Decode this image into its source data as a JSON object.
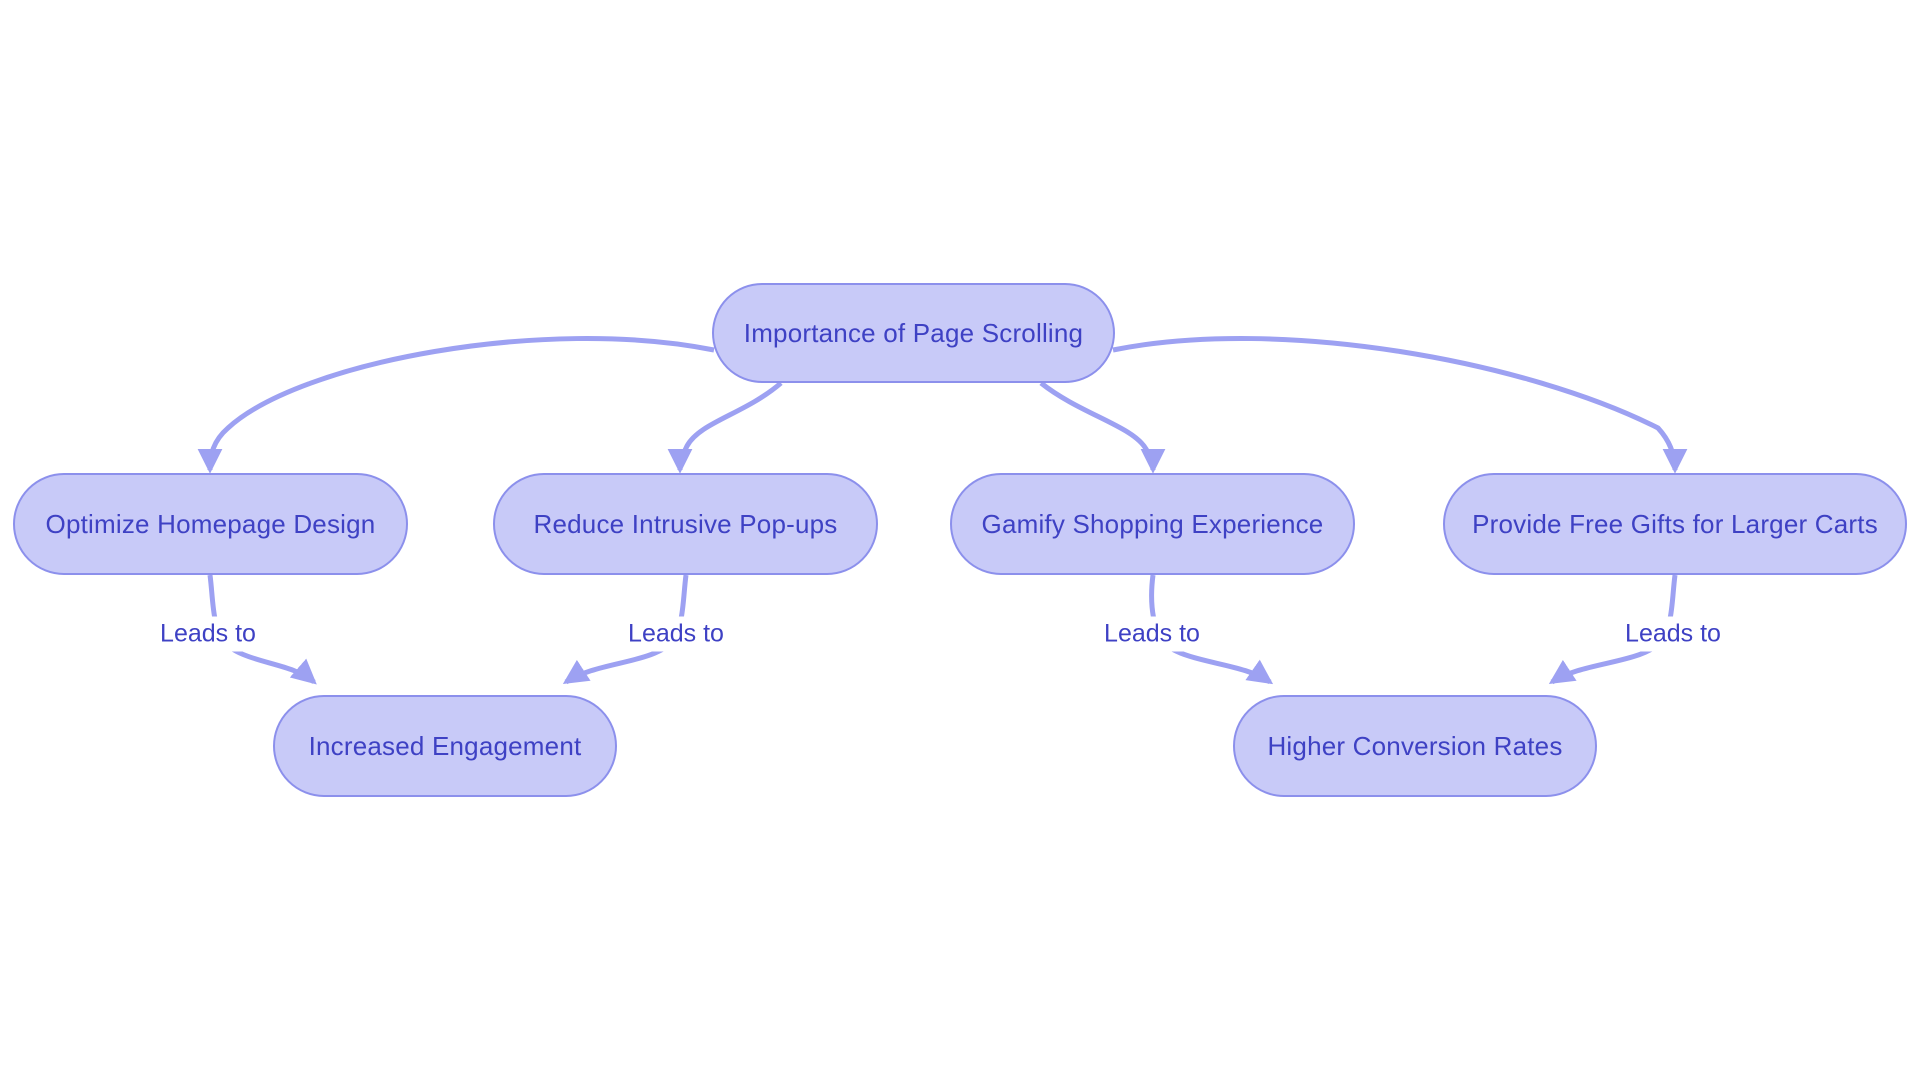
{
  "diagram": {
    "type": "flowchart",
    "direction": "top-down",
    "colors": {
      "background": "#ffffff",
      "node_fill": "#c8caf8",
      "node_border": "#8c90ec",
      "edge_line": "#9da1f2",
      "text": "#3e41c4"
    },
    "nodes": [
      {
        "id": "root",
        "label": "Importance of Page Scrolling"
      },
      {
        "id": "optimize",
        "label": "Optimize Homepage Design"
      },
      {
        "id": "popups",
        "label": "Reduce Intrusive Pop-ups"
      },
      {
        "id": "gamify",
        "label": "Gamify Shopping Experience"
      },
      {
        "id": "gifts",
        "label": "Provide Free Gifts for Larger Carts"
      },
      {
        "id": "engagement",
        "label": "Increased Engagement"
      },
      {
        "id": "conversion",
        "label": "Higher Conversion Rates"
      }
    ],
    "edges": [
      {
        "from": "root",
        "to": "optimize",
        "label": ""
      },
      {
        "from": "root",
        "to": "popups",
        "label": ""
      },
      {
        "from": "root",
        "to": "gamify",
        "label": ""
      },
      {
        "from": "root",
        "to": "gifts",
        "label": ""
      },
      {
        "from": "optimize",
        "to": "engagement",
        "label": "Leads to"
      },
      {
        "from": "popups",
        "to": "engagement",
        "label": "Leads to"
      },
      {
        "from": "gamify",
        "to": "conversion",
        "label": "Leads to"
      },
      {
        "from": "gifts",
        "to": "conversion",
        "label": "Leads to"
      }
    ]
  }
}
